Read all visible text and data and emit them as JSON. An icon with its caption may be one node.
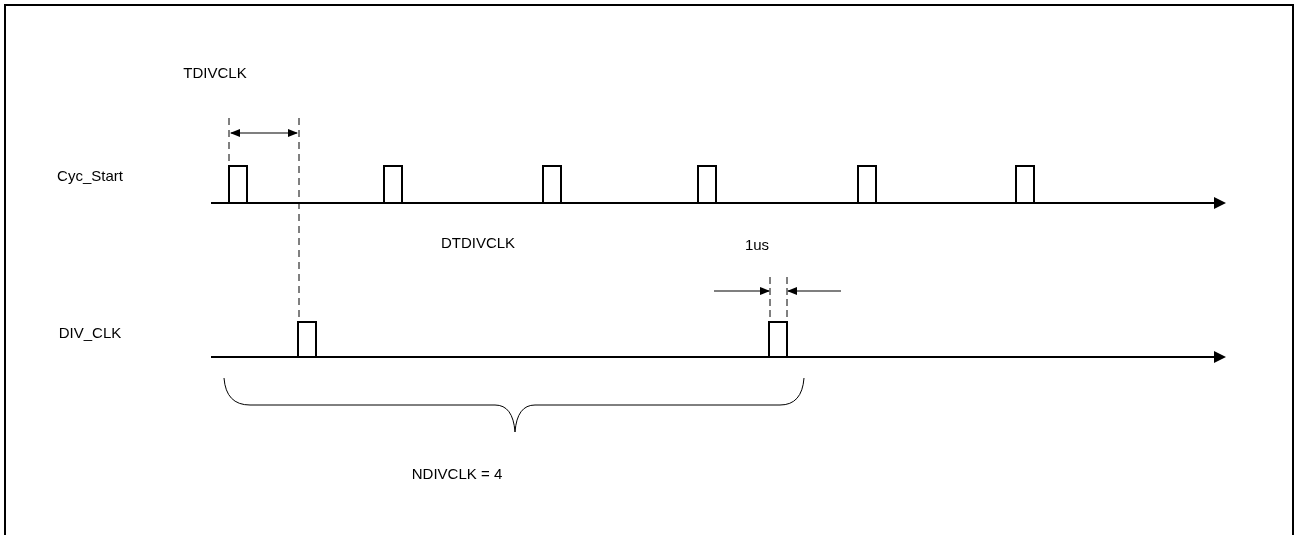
{
  "diagram": {
    "labels": [
      "TDIVCLK",
      "Cyc_Start",
      "DTDIVCLK",
      "1us",
      "DIV_CLK",
      "NDIVCLK = 4"
    ]
  }
}
